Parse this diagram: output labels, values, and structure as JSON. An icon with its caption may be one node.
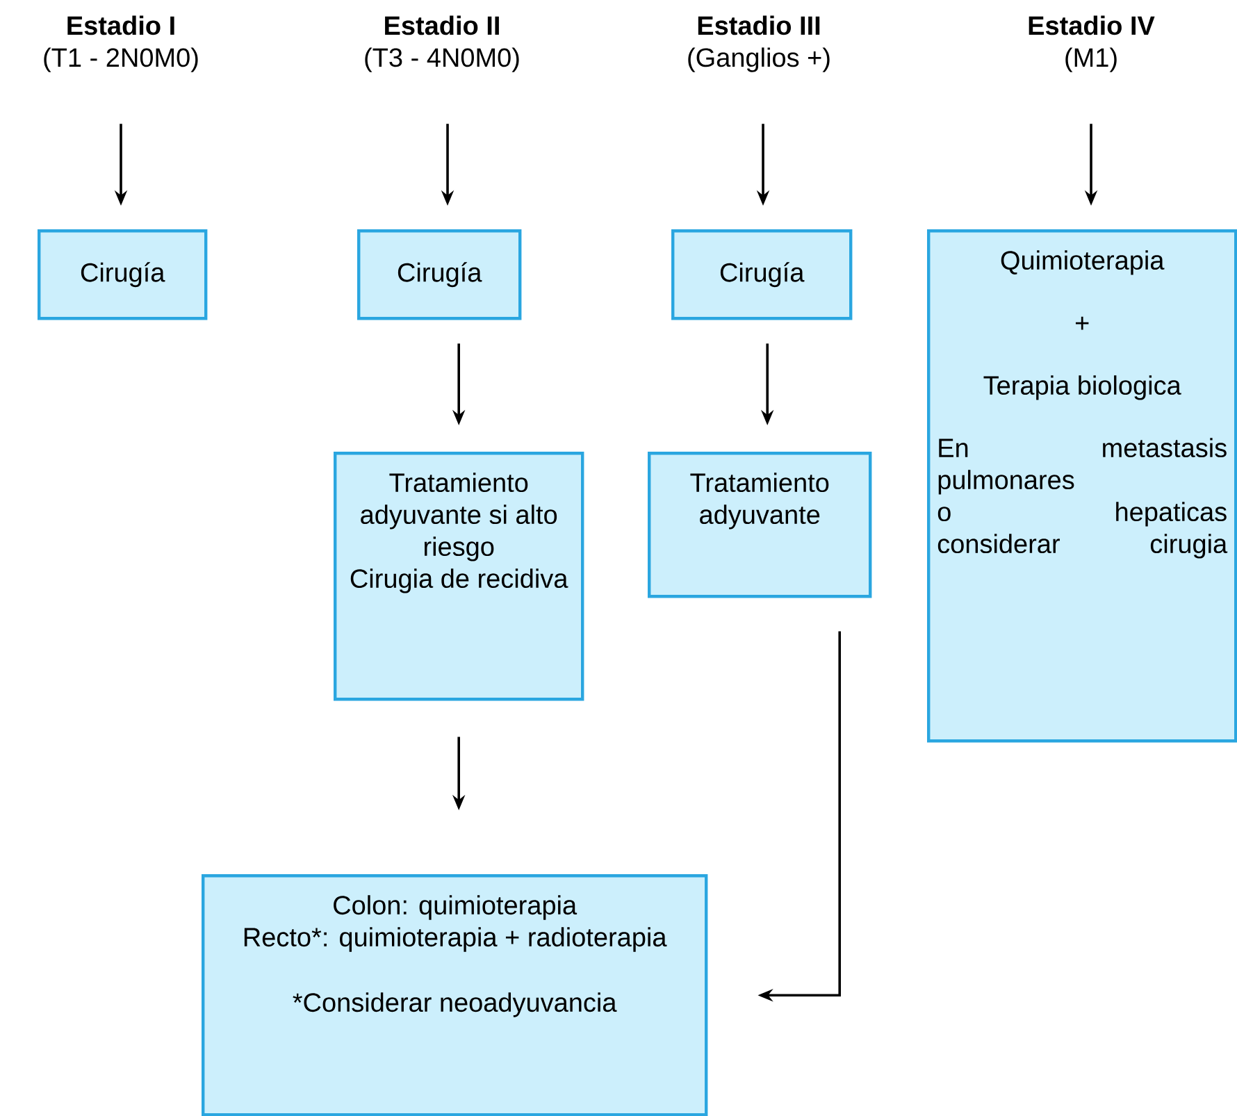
{
  "diagram": {
    "nodes": [
      {
        "text": [
          "Estadio I",
          "(T1 - 2N0M0)"
        ]
      },
      {
        "text": [
          "Estadio II",
          "(T3 - 4N0M0)"
        ]
      },
      {
        "text": [
          "Estadio III",
          "(Ganglios +)"
        ]
      },
      {
        "text": [
          "Estadio IV",
          "(M1)"
        ]
      },
      {
        "text": [
          "Cirugía"
        ]
      },
      {
        "text": [
          "Cirugía"
        ]
      },
      {
        "text": [
          "Cirugía"
        ]
      },
      {
        "text": [
          "Quimioterapia",
          "+",
          "Terapia biologica",
          "En metastasis pulmonares o hepaticas considerar cirugia"
        ]
      },
      {
        "text": [
          "Tratamiento adyuvante si alto riesgo",
          "Cirugia de recidiva"
        ]
      },
      {
        "text": [
          "Tratamiento adyuvante"
        ]
      },
      {
        "text": [
          "Colon: quimioterapia",
          "Recto*: quimioterapia + radioterapia",
          "*Considerar neoadyuvancia"
        ]
      }
    ],
    "edges": [
      {
        "from": 0,
        "to": 4,
        "arrow": "to"
      },
      {
        "from": 1,
        "to": 5,
        "arrow": "to"
      },
      {
        "from": 2,
        "to": 6,
        "arrow": "to"
      },
      {
        "from": 3,
        "to": 7,
        "arrow": "to"
      },
      {
        "from": 5,
        "to": 8,
        "arrow": "to"
      },
      {
        "from": 6,
        "to": 9,
        "arrow": "to"
      },
      {
        "from": 8,
        "to": 10,
        "arrow": "to"
      },
      {
        "from": 9,
        "to": 10,
        "arrow": "to"
      }
    ]
  }
}
